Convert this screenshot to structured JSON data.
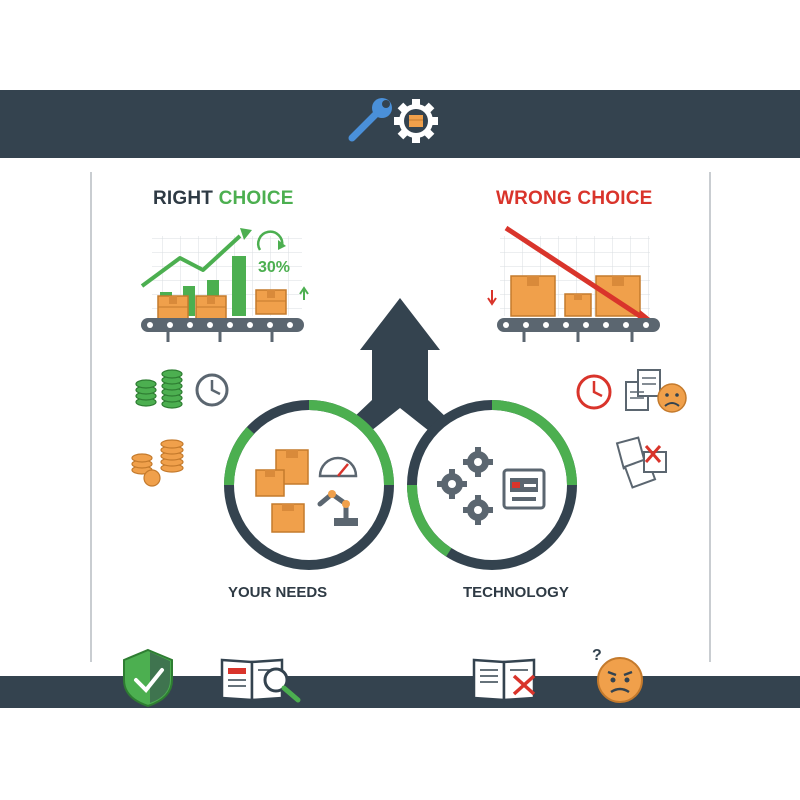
{
  "colors": {
    "dark": "#34434f",
    "green": "#4caf50",
    "red": "#d9342b",
    "orange": "#f0a04b",
    "gray": "#5b6670"
  },
  "header": {
    "icons": [
      "wrench-icon",
      "gear-box-icon"
    ]
  },
  "right_panel": {
    "title_part1": "RIGHT",
    "title_part2": " CHOICE",
    "growth_label": "30%"
  },
  "wrong_panel": {
    "title": "WRONG CHOICE"
  },
  "circles": {
    "left_caption": "YOUR NEEDS",
    "right_caption": "TECHNOLOGY"
  },
  "footer": {
    "icons": [
      "shield-check-icon",
      "book-search-icon",
      "book-x-icon",
      "confused-face-icon"
    ]
  }
}
